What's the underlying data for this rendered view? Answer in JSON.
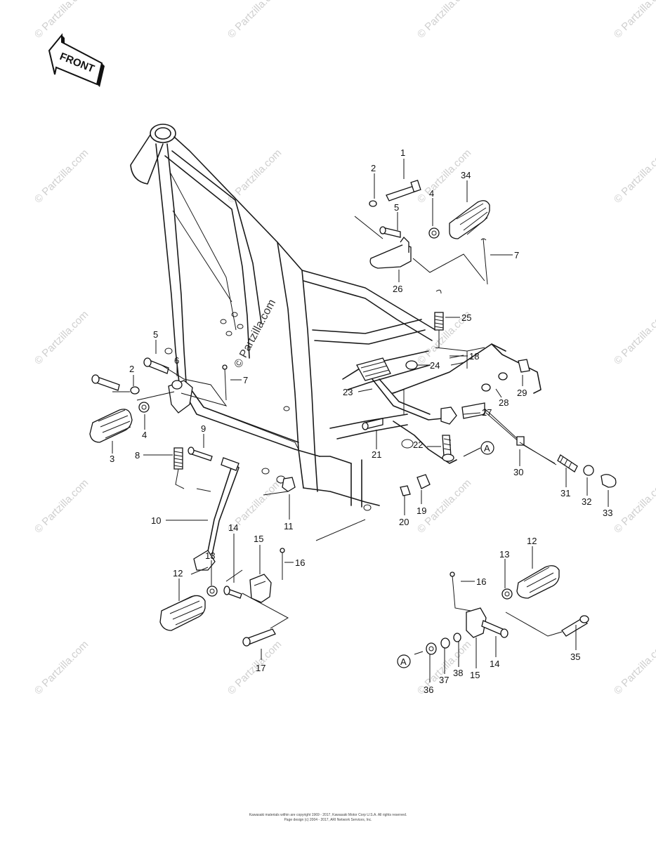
{
  "front_arrow_label": "FRONT",
  "callout_A": "A",
  "watermark": "© Partzilla.com",
  "callouts": [
    "1",
    "2",
    "34",
    "5",
    "4",
    "7",
    "26",
    "25",
    "18",
    "24",
    "29",
    "28",
    "27",
    "23",
    "22",
    "21",
    "30",
    "31",
    "32",
    "33",
    "5",
    "6",
    "2",
    "7",
    "4",
    "3",
    "8",
    "9",
    "10",
    "11",
    "20",
    "19",
    "14",
    "15",
    "16",
    "13",
    "12",
    "17",
    "12",
    "13",
    "16",
    "14",
    "15",
    "38",
    "37",
    "36",
    "35"
  ],
  "copyright": {
    "line1": "Kawasaki materials within are copyright 1969 - 2017, Kawasaki Motor Corp U.S.A.  All rights reserved.",
    "line2": "Page design (c) 2004 - 2017, ARI Network Services, Inc."
  }
}
